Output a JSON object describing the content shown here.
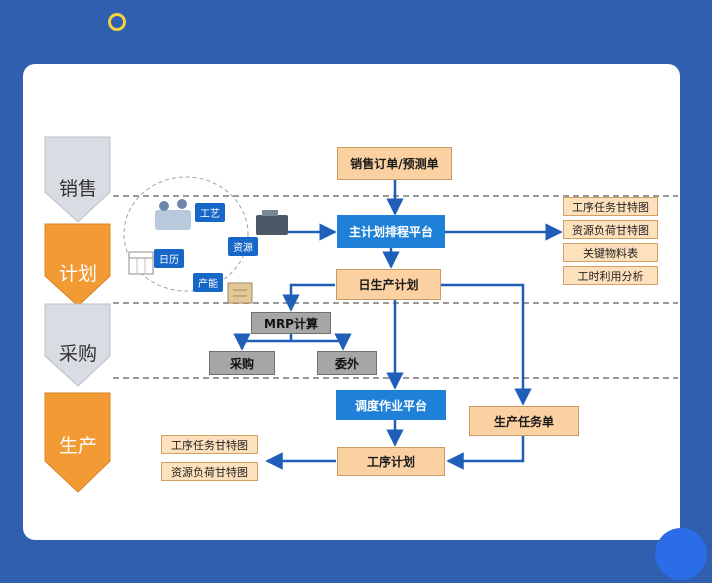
{
  "stages": [
    {
      "label": "销售",
      "fill": "#d9dde3"
    },
    {
      "label": "计划",
      "fill": "#f29a33"
    },
    {
      "label": "采购",
      "fill": "#d9dde3"
    },
    {
      "label": "生产",
      "fill": "#f29a33"
    }
  ],
  "nodes": {
    "sales_order": "销售订单/预测单",
    "master_plan": "主计划排程平台",
    "daily_plan": "日生产计划",
    "mrp": "MRP计算",
    "purchase": "采购",
    "outsource": "委外",
    "dispatch": "调度作业平台",
    "work_order": "生产任务单",
    "process_plan": "工序计划"
  },
  "plan_outputs": [
    "工序任务甘特图",
    "资源负荷甘特图",
    "关键物料表",
    "工时利用分析"
  ],
  "production_outputs": [
    "工序任务甘特图",
    "资源负荷甘特图"
  ],
  "resources": {
    "craft": "工艺",
    "resource": "资源",
    "calendar": "日历",
    "capacity": "产能"
  },
  "colors": {
    "background": "#2f5fae",
    "card": "#ffffff",
    "blue_node": "#1f80d8",
    "orange_node": "#fbd1a1",
    "arrow": "#1f5fb8",
    "stage_orange": "#f29a33",
    "stage_gray": "#d9dde3"
  }
}
